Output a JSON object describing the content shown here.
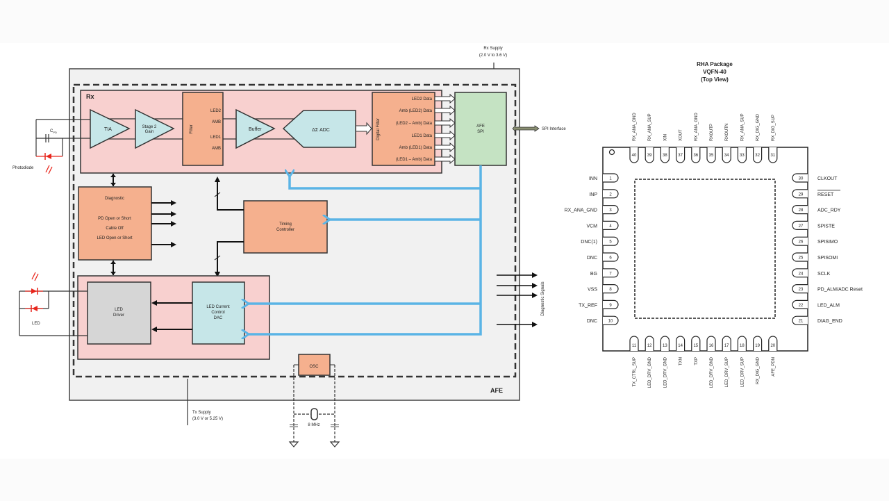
{
  "block_diagram": {
    "rx_supply": {
      "line1": "Rx Supply",
      "line2": "(2.0 V to 3.6 V)"
    },
    "tx_supply": {
      "line1": "Tx Supply",
      "line2": "(3.0 V or 5.25 V)"
    },
    "afe_label": "AFE",
    "rx_label": "Rx",
    "photodiode_label": "Photodiode",
    "cpd_label": "C",
    "cpd_sub": "PD",
    "led_label": "LED",
    "tia": "TIA",
    "stage2": {
      "line1": "Stage 2",
      "line2": "Gain"
    },
    "filter": "Filter",
    "filter_outputs": [
      "LED2",
      "AMB",
      "LED1",
      "AMB"
    ],
    "buffer": "Buffer",
    "adc": "ΔΣ ADC",
    "digital_filter": "Digital Filter",
    "digital_outputs": [
      "LED2 Data",
      "Amb (LED2) Data",
      "(LED2 – Amb) Data",
      "LED1 Data",
      "Amb (LED1) Data",
      "(LED1 – Amb) Data"
    ],
    "afe_spi": {
      "line1": "AFE",
      "line2": "SPI"
    },
    "spi_interface": "SPI Interface",
    "diagnostic": {
      "title": "Diagnostic",
      "items": [
        "PD Open or Short",
        "Cable Off",
        "LED Open or Short"
      ]
    },
    "timing_controller": {
      "line1": "Timing",
      "line2": "Controller"
    },
    "led_driver": {
      "line1": "LED",
      "line2": "Driver"
    },
    "led_dac": {
      "line1": "LED Current",
      "line2": "Control",
      "line3": "DAC"
    },
    "osc": "OSC",
    "crystal": "8 MHz",
    "diagnostic_signals": "Diagnostic Signals"
  },
  "package": {
    "title": [
      "RHA Package",
      "VQFN-40",
      "(Top View)"
    ],
    "left_pins": [
      {
        "num": "1",
        "name": "INN"
      },
      {
        "num": "2",
        "name": "INP"
      },
      {
        "num": "3",
        "name": "RX_ANA_GND"
      },
      {
        "num": "4",
        "name": "VCM"
      },
      {
        "num": "5",
        "name": "DNC(1)"
      },
      {
        "num": "6",
        "name": "DNC"
      },
      {
        "num": "7",
        "name": "BG"
      },
      {
        "num": "8",
        "name": "VSS"
      },
      {
        "num": "9",
        "name": "TX_REF"
      },
      {
        "num": "10",
        "name": "DNC"
      }
    ],
    "bottom_pins": [
      {
        "num": "11",
        "name": "TX_CTRL_SUP"
      },
      {
        "num": "12",
        "name": "LED_DRV_GND"
      },
      {
        "num": "13",
        "name": "LED_DRV_GND"
      },
      {
        "num": "14",
        "name": "TXN"
      },
      {
        "num": "15",
        "name": "TXP"
      },
      {
        "num": "16",
        "name": "LED_DRV_GND"
      },
      {
        "num": "17",
        "name": "LED_DRV_SUP"
      },
      {
        "num": "18",
        "name": "LED_DRV_SUP"
      },
      {
        "num": "19",
        "name": "RX_DIG_GND"
      },
      {
        "num": "20",
        "name": "AFE_PDN"
      }
    ],
    "right_pins": [
      {
        "num": "30",
        "name": "CLKOUT"
      },
      {
        "num": "29",
        "name": "RESET"
      },
      {
        "num": "28",
        "name": "ADC_RDY"
      },
      {
        "num": "27",
        "name": "SPISTE"
      },
      {
        "num": "26",
        "name": "SPISIMO"
      },
      {
        "num": "25",
        "name": "SPISOMI"
      },
      {
        "num": "24",
        "name": "SCLK"
      },
      {
        "num": "23",
        "name": "PD_ALM/ADC Reset"
      },
      {
        "num": "22",
        "name": "LED_ALM"
      },
      {
        "num": "21",
        "name": "DIAG_END"
      }
    ],
    "top_pins": [
      {
        "num": "40",
        "name": "RX_ANA_GND"
      },
      {
        "num": "39",
        "name": "RX_ANA_SUP"
      },
      {
        "num": "38",
        "name": "XIN"
      },
      {
        "num": "37",
        "name": "XOUT"
      },
      {
        "num": "36",
        "name": "RX_ANA_GND"
      },
      {
        "num": "35",
        "name": "RXOUTP"
      },
      {
        "num": "34",
        "name": "RXOUTN"
      },
      {
        "num": "33",
        "name": "RX_ANA_SUP"
      },
      {
        "num": "32",
        "name": "RX_DIG_GND"
      },
      {
        "num": "31",
        "name": "RX_DIG_SUP"
      }
    ]
  },
  "colors": {
    "afe_bg": "#f1f1f1",
    "rx_pink": "#f8d0cf",
    "block_orange": "#f5b08e",
    "amp_cyan": "#c6e6e8",
    "spi_green": "#c5e3c3",
    "driver_gray": "#d6d6d6",
    "bus_blue": "#5ab4e6",
    "led_red": "#e8261c"
  }
}
